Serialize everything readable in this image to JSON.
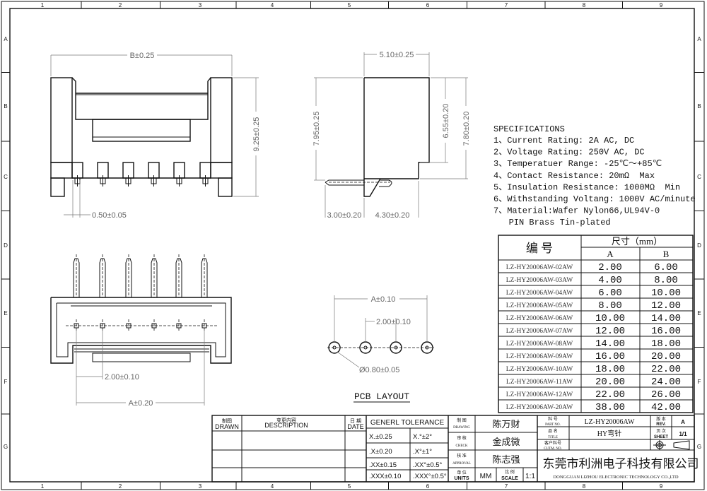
{
  "border": {
    "columns": [
      "1",
      "2",
      "3",
      "4",
      "5",
      "6",
      "7",
      "8",
      "9"
    ],
    "rows": [
      "A",
      "B",
      "C",
      "D",
      "E",
      "F",
      "G"
    ]
  },
  "front_view": {
    "width_dim": "B±0.25",
    "height_dim": "9.25±0.25",
    "pin_width_dim": "0.50±0.05"
  },
  "side_view": {
    "depth_dim": "5.10±0.25",
    "total_height_dim": "7.95±0.25",
    "step_height_dim": "6.55±0.20",
    "body_height_dim": "7.80±0.20",
    "pin_length_dim": "3.00±0.20",
    "base_dim": "4.30±0.20"
  },
  "top_view": {
    "pitch_dim": "2.00±0.10",
    "span_dim": "A±0.20"
  },
  "pcb_layout": {
    "title": "PCB LAYOUT",
    "span_dim": "A±0.10",
    "pitch_dim": "2.00±0.10",
    "hole_dim": "Ø0.80±0.05"
  },
  "specifications": {
    "title": "SPECIFICATIONS",
    "items": [
      "1、Current Rating: 2A AC, DC",
      "2、Voltage Rating: 250V AC, DC",
      "3、Temperatuer Range: -25℃～+85℃",
      "4、Contact Resistance: 20mΩ  Max",
      "5、Insulation Resistance: 1000MΩ  Min",
      "6、Withstanding Voltang: 1000V AC/minute",
      "7、Material:Wafer Nylon66,UL94V-0",
      "   PIN Brass Tin-plated"
    ]
  },
  "dimension_table": {
    "header_part": "编  号",
    "header_size": "尺寸（mm）",
    "col_a": "A",
    "col_b": "B",
    "rows": [
      {
        "part": "LZ-HY20006AW-02AW",
        "a": "2.00",
        "b": "6.00"
      },
      {
        "part": "LZ-HY20006AW-03AW",
        "a": "4.00",
        "b": "8.00"
      },
      {
        "part": "LZ-HY20006AW-04AW",
        "a": "6.00",
        "b": "10.00"
      },
      {
        "part": "LZ-HY20006AW-05AW",
        "a": "8.00",
        "b": "12.00"
      },
      {
        "part": "LZ-HY20006AW-06AW",
        "a": "10.00",
        "b": "14.00"
      },
      {
        "part": "LZ-HY20006AW-07AW",
        "a": "12.00",
        "b": "16.00"
      },
      {
        "part": "LZ-HY20006AW-08AW",
        "a": "14.00",
        "b": "18.00"
      },
      {
        "part": "LZ-HY20006AW-09AW",
        "a": "16.00",
        "b": "20.00"
      },
      {
        "part": "LZ-HY20006AW-10AW",
        "a": "18.00",
        "b": "22.00"
      },
      {
        "part": "LZ-HY20006AW-11AW",
        "a": "20.00",
        "b": "24.00"
      },
      {
        "part": "LZ-HY20006AW-12AW",
        "a": "22.00",
        "b": "26.00"
      },
      {
        "part": "LZ-HY20006AW-20AW",
        "a": "38.00",
        "b": "42.00"
      }
    ]
  },
  "title_block": {
    "drawn_cn": "制图",
    "drawn_en": "DRAWN",
    "description_cn": "变更内容",
    "description_en": "DESCRIPTION",
    "date_cn": "日 期",
    "date_en": "DATE",
    "tolerance_title": "GENERL  TOLERANCE",
    "tolerances": [
      {
        "linear": "X.±0.25",
        "angular": "X.°±2°"
      },
      {
        "linear": ".X±0.20",
        "angular": ".X°±1°"
      },
      {
        "linear": ".XX±0.15",
        "angular": ".XX°±0.5°"
      },
      {
        "linear": ".XXX±0.10",
        "angular": ".XXX°±0.5°"
      }
    ],
    "drawing_cn": "制  图",
    "drawing_en": "DRAWING",
    "drawing_name": "陈万财",
    "check_cn": "审  核",
    "check_en": "CHECK",
    "check_name": "金成微",
    "approval_cn": "核  准",
    "approval_en": "APPROVAL",
    "approval_name": "陈志强",
    "units_cn": "单 位",
    "units_en": "UNITS",
    "units_value": "MM",
    "scale_cn": "比 例",
    "scale_en": "SCALE",
    "scale_value": "1:1",
    "part_no_cn": "料  号",
    "part_no_en": "PART NO.",
    "part_no": "LZ-HY20006AW",
    "title_cn": "品  名",
    "title_en": "TITLE",
    "title_value": "HY弯针",
    "cutm_cn": "客户料号",
    "cutm_en": "CUTM. NO.",
    "rev_cn": "版 本",
    "rev_en": "REV.",
    "rev_value": "A",
    "sheet_cn": "页 次",
    "sheet_en": "SHEET",
    "sheet_value": "1/1",
    "company_cn": "东莞市利洲电子科技有限公司",
    "company_en": "DONGGUAN LIZHOU ELECTRONIC TECHNOLOGY CO.,LTD"
  }
}
